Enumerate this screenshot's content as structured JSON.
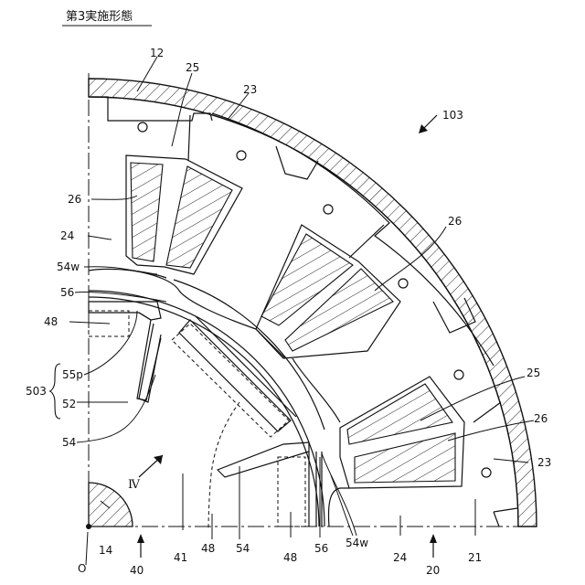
{
  "heading": "第3実施形態",
  "labels": {
    "l103": "103",
    "l12": "12",
    "l25a": "25",
    "l23a": "23",
    "l26a": "26",
    "l24a": "24",
    "l54wa": "54w",
    "l26b": "26",
    "l56a": "56",
    "l48a": "48",
    "l55p": "55p",
    "l503": "503",
    "l52": "52",
    "l25b": "25",
    "l26c": "26",
    "l23b": "23",
    "l54a": "54",
    "lIV": "Ⅳ",
    "lO": "O",
    "l14": "14",
    "l40": "40",
    "l41": "41",
    "l48b": "48",
    "l54b": "54",
    "l48c": "48",
    "l56b": "56",
    "l54wb": "54w",
    "l24b": "24",
    "l20": "20",
    "l21": "21"
  }
}
